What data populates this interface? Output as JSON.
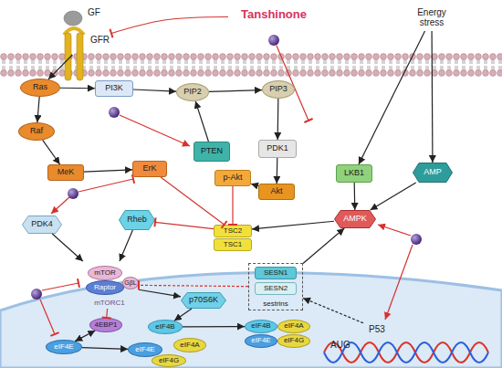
{
  "diagram": {
    "nodes": [
      {
        "text": [
          "GFR"
        ]
      },
      {
        "text": [
          "Tanshinone"
        ]
      },
      {
        "text": [
          "Energy stress"
        ]
      },
      {
        "text": [
          "Ras"
        ]
      },
      {
        "text": [
          "PI3K"
        ]
      },
      {
        "text": [
          "PIP2"
        ]
      },
      {
        "text": [
          "PIP3"
        ]
      },
      {
        "text": [
          "Raf"
        ]
      },
      {
        "text": [
          "PTEN"
        ]
      },
      {
        "text": [
          "PDK1"
        ]
      },
      {
        "text": [
          "MeK"
        ]
      },
      {
        "text": [
          "ErK"
        ]
      },
      {
        "text": [
          "p-Akt"
        ]
      },
      {
        "text": [
          "Akt"
        ]
      },
      {
        "text": [
          "LKB1"
        ]
      },
      {
        "text": [
          "AMP"
        ]
      },
      {
        "text": [
          "PDK4"
        ]
      },
      {
        "text": [
          "Rheb"
        ]
      },
      {
        "text": [
          "AMPK"
        ]
      },
      {
        "text": [
          "TSC2"
        ]
      },
      {
        "text": [
          "TSC1"
        ]
      },
      {
        "text": [
          "mTORC1"
        ]
      },
      {
        "text": [
          "mTOR"
        ],
        "in": 21
      },
      {
        "text": [
          "Raptor"
        ],
        "in": 21
      },
      {
        "text": [
          "GβL"
        ],
        "in": 21
      },
      {
        "text": [
          "p70S6K"
        ]
      },
      {
        "text": [
          "sestrins"
        ]
      },
      {
        "text": [
          "SESN1"
        ],
        "in": 26
      },
      {
        "text": [
          "SESN2"
        ],
        "in": 26
      },
      {
        "text": [
          "eIF4E"
        ]
      },
      {
        "text": [
          "4EBP1"
        ]
      },
      {
        "text": [
          "eIF4E"
        ]
      },
      {
        "text": [
          "eIF4B"
        ]
      },
      {
        "text": [
          "eIF4G"
        ]
      },
      {
        "text": [
          "eIF4A"
        ]
      },
      {
        "text": [
          "eIF4B"
        ]
      },
      {
        "text": [
          "eIF4A"
        ]
      },
      {
        "text": [
          "eIF4E"
        ]
      },
      {
        "text": [
          "eIF4G"
        ]
      },
      {
        "text": [
          "P53"
        ]
      }
    ],
    "edges": [
      {
        "from": 1,
        "to": 0,
        "arrow": "to"
      },
      {
        "from": 0,
        "to": 3,
        "arrow": "to"
      },
      {
        "from": 2,
        "to": 14,
        "arrow": "to"
      },
      {
        "from": 2,
        "to": 15,
        "arrow": "to"
      },
      {
        "from": 3,
        "to": 4,
        "arrow": "to"
      },
      {
        "from": 3,
        "to": 7,
        "arrow": "to"
      },
      {
        "from": 4,
        "to": 5,
        "arrow": "to"
      },
      {
        "from": 5,
        "to": 6,
        "arrow": "to"
      },
      {
        "from": 8,
        "to": 5,
        "arrow": "to"
      },
      {
        "from": 6,
        "to": 9,
        "arrow": "to"
      },
      {
        "from": 9,
        "to": 13,
        "arrow": "to"
      },
      {
        "from": 13,
        "to": 12,
        "arrow": "to"
      },
      {
        "from": 12,
        "to": 19,
        "arrow": "to"
      },
      {
        "from": 7,
        "to": 10,
        "arrow": "to"
      },
      {
        "from": 10,
        "to": 11,
        "arrow": "to"
      },
      {
        "from": 11,
        "to": 19,
        "arrow": "to"
      },
      {
        "from": 19,
        "to": 17,
        "arrow": "to"
      },
      {
        "from": 17,
        "to": 21,
        "arrow": "to"
      },
      {
        "from": 16,
        "to": 21,
        "arrow": "to"
      },
      {
        "from": 14,
        "to": 18,
        "arrow": "to"
      },
      {
        "from": 15,
        "to": 18,
        "arrow": "to"
      },
      {
        "from": 18,
        "to": 19,
        "arrow": "to"
      },
      {
        "from": 21,
        "to": 25,
        "arrow": "to"
      },
      {
        "from": 21,
        "to": 30,
        "arrow": "to"
      },
      {
        "from": 25,
        "to": 32,
        "arrow": "to"
      },
      {
        "from": 29,
        "to": 31,
        "arrow": "to"
      },
      {
        "from": 32,
        "to": 35,
        "arrow": "to"
      },
      {
        "from": 26,
        "to": 18,
        "arrow": "to"
      },
      {
        "from": 26,
        "to": 21,
        "arrow": "to"
      },
      {
        "from": 39,
        "to": 26,
        "arrow": "to"
      },
      {
        "from": 30,
        "to": 29,
        "arrow": "both"
      }
    ],
    "labels": [
      "GF",
      "AUG"
    ]
  }
}
